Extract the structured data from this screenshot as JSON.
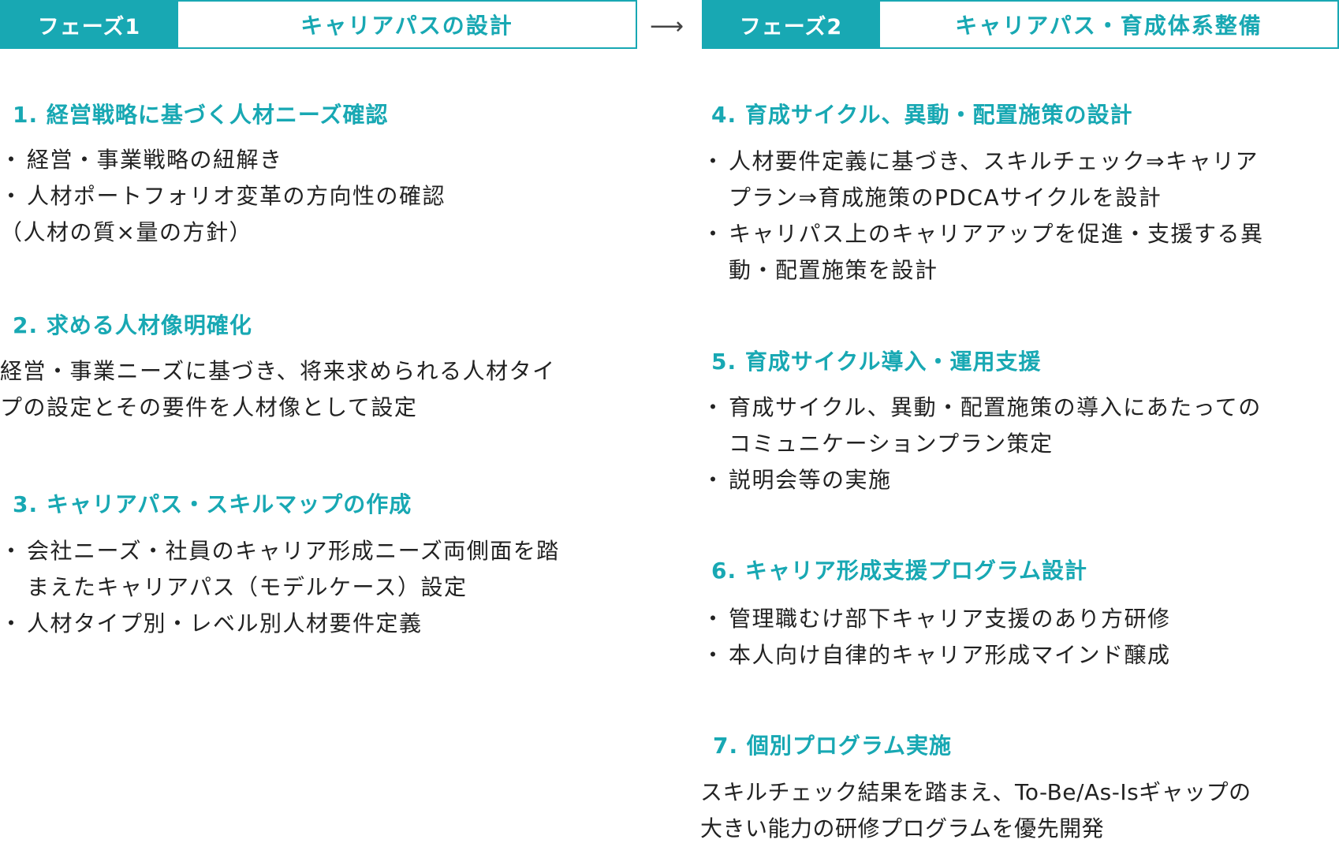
{
  "arrow": "⟶",
  "phase1": {
    "tag": "フェーズ1",
    "title": "キャリアパスの設計"
  },
  "phase2": {
    "tag": "フェーズ2",
    "title": "キャリアパス・育成体系整備"
  },
  "step1": {
    "title": "1. 経営戦略に基づく人材ニーズ確認",
    "bullets": [
      "経営・事業戦略の紐解き",
      "人材ポートフォリオ変革の方向性の確認"
    ],
    "note": "（人材の質×量の方針）"
  },
  "step2": {
    "title": "2. 求める人材像明確化",
    "text": [
      "経営・事業ニーズに基づき、将来求められる人材タイ",
      "プの設定とその要件を人材像として設定"
    ]
  },
  "step3": {
    "title": "3. キャリアパス・スキルマップの作成",
    "bullets": [
      [
        "会社ニーズ・社員のキャリア形成ニーズ両側面を踏",
        "まえたキャリアパス（モデルケース）設定"
      ],
      [
        "人材タイプ別・レベル別人材要件定義"
      ]
    ]
  },
  "step4": {
    "title": "4. 育成サイクル、異動・配置施策の設計",
    "bullets": [
      [
        "人材要件定義に基づき、スキルチェック⇒キャリア",
        "プラン⇒育成施策のPDCAサイクルを設計"
      ],
      [
        "キャリパス上のキャリアアップを促進・支援する異",
        "動・配置施策を設計"
      ]
    ]
  },
  "step5": {
    "title": "5. 育成サイクル導入・運用支援",
    "bullets": [
      [
        "育成サイクル、異動・配置施策の導入にあたっての",
        "コミュニケーションプラン策定"
      ],
      [
        "説明会等の実施"
      ]
    ]
  },
  "step6": {
    "title": "6. キャリア形成支援プログラム設計",
    "bullets": [
      [
        "管理職むけ部下キャリア支援のあり方研修"
      ],
      [
        "本人向け自律的キャリア形成マインド醸成"
      ]
    ]
  },
  "step7": {
    "title": "7. 個別プログラム実施",
    "text": [
      "スキルチェック結果を踏まえ、To-Be/As-Isギャップの",
      "大きい能力の研修プログラムを優先開発"
    ]
  },
  "colors": {
    "accent": "#18a8b3",
    "text": "#222222"
  }
}
